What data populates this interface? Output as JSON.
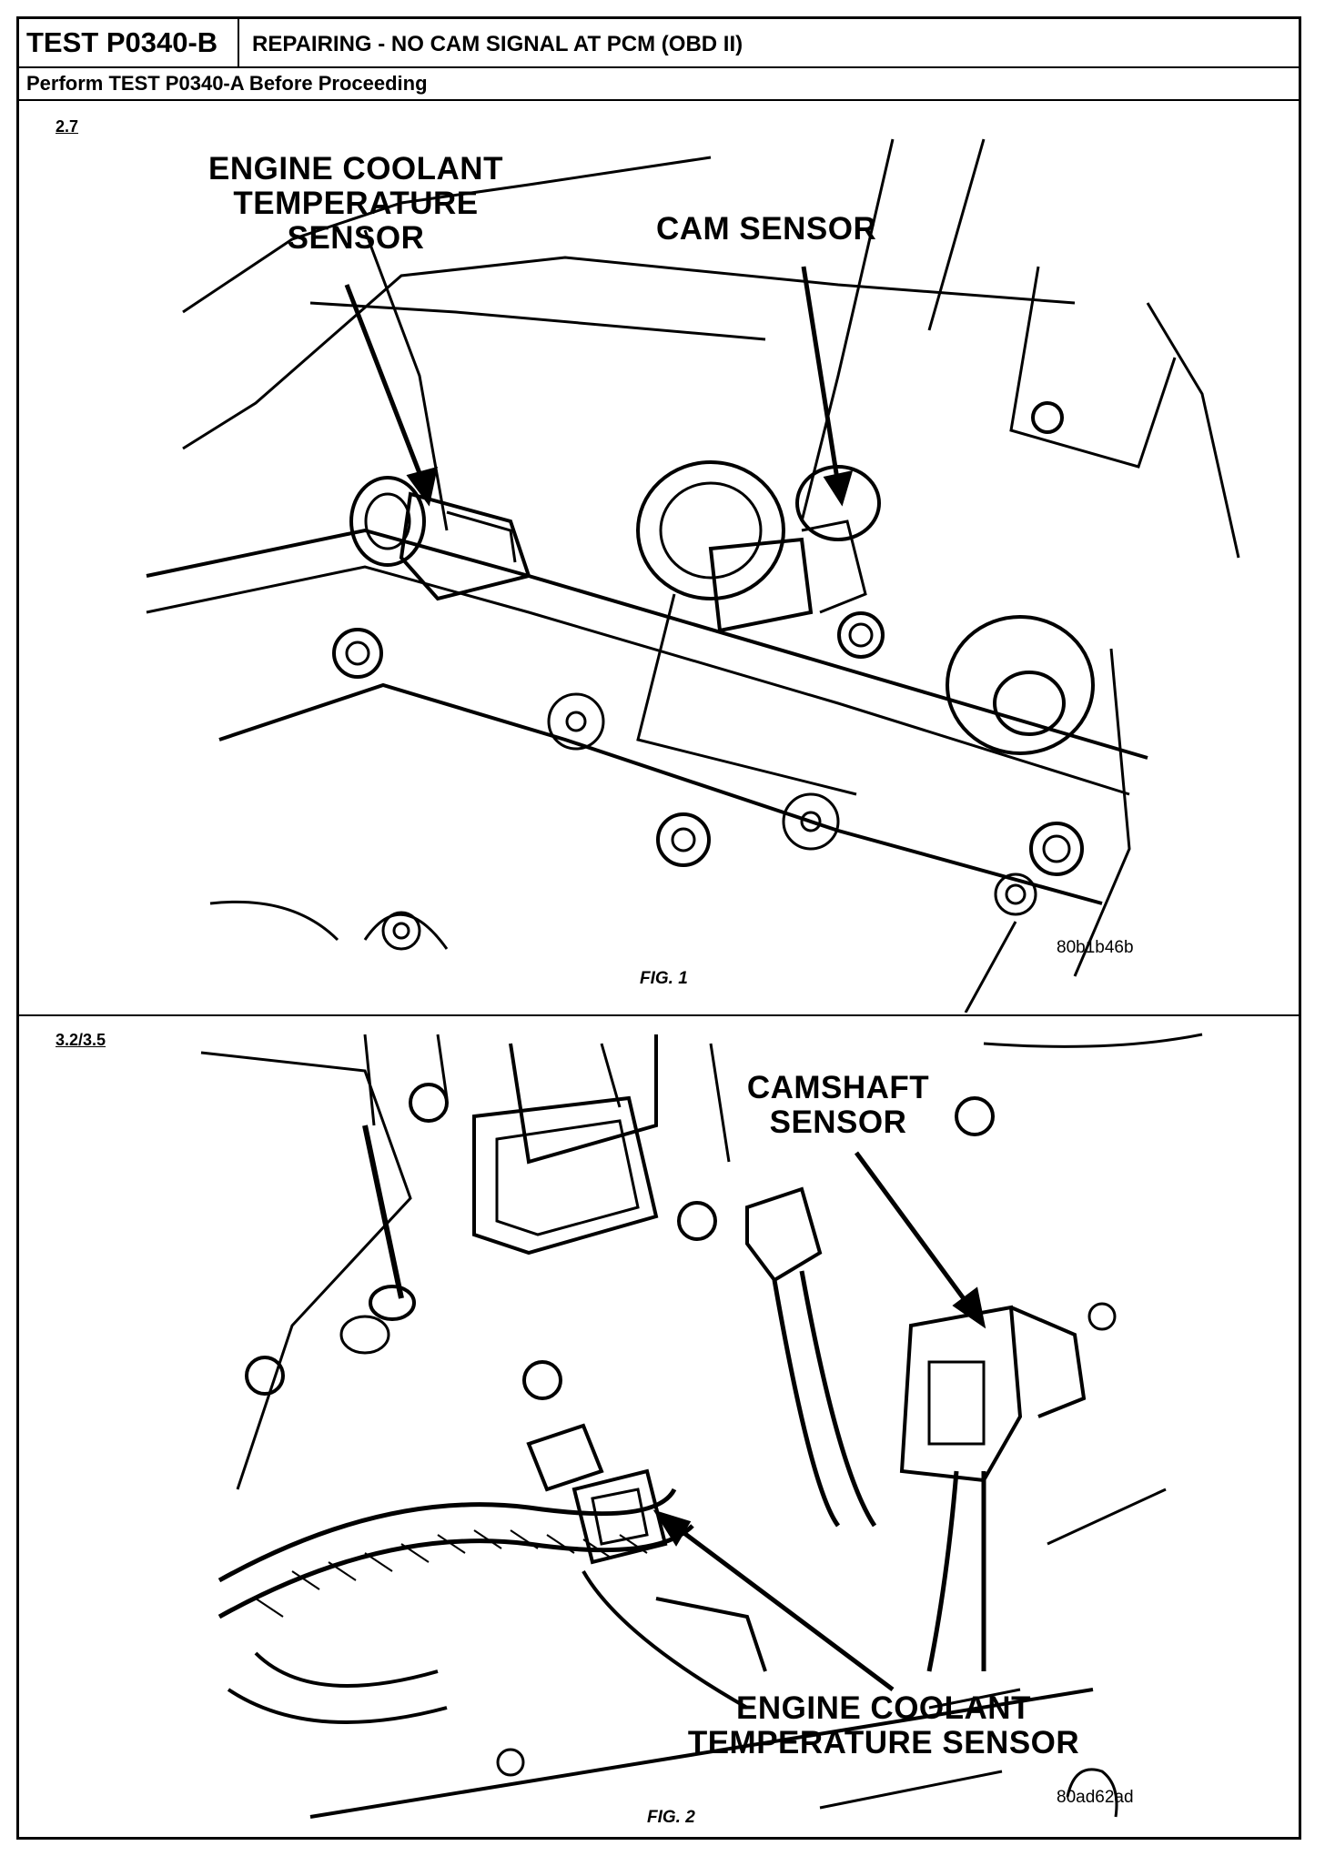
{
  "header": {
    "test_id": "TEST P0340-B",
    "title": "REPAIRING - NO CAM SIGNAL AT PCM (OBD II)",
    "prerequisite": "Perform TEST P0340-A Before Proceeding"
  },
  "figure1": {
    "variant": "2.7",
    "callout_ect": "ENGINE COOLANT TEMPERATURE SENSOR",
    "callout_cam": "CAM SENSOR",
    "image_code": "80b1b46b",
    "caption": "FIG. 1"
  },
  "figure2": {
    "variant": "3.2/3.5",
    "callout_cam": "CAMSHAFT SENSOR",
    "callout_ect": "ENGINE COOLANT TEMPERATURE SENSOR",
    "image_code": "80ad62ad",
    "caption": "FIG. 2"
  }
}
